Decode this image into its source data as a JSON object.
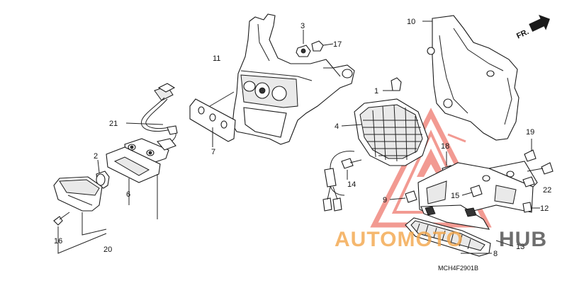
{
  "diagram": {
    "callouts": [
      "1",
      "2",
      "3",
      "4",
      "6",
      "7",
      "8",
      "9",
      "10",
      "11",
      "12",
      "13",
      "14",
      "15",
      "16",
      "17",
      "18",
      "19",
      "20",
      "21",
      "22"
    ],
    "direction_label": "FR.",
    "diagram_code": "MCH4F2901B"
  },
  "watermark": {
    "text_a": "AUTOMOTO",
    "text_b": "HUB",
    "color_orange": "#f3a64a",
    "color_dark": "#4b4b4b",
    "color_red": "#e8483a"
  }
}
